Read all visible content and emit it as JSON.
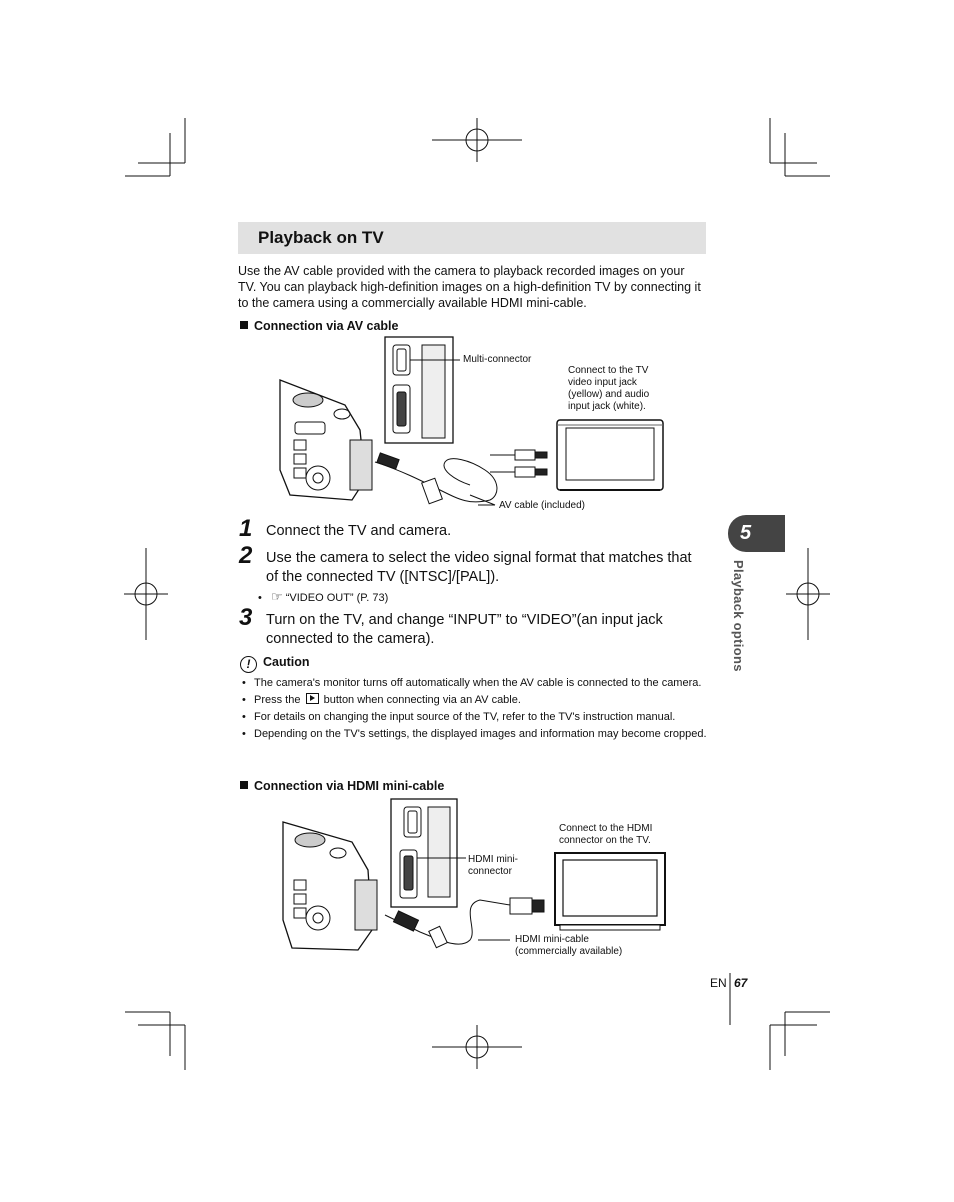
{
  "section": {
    "title": "Playback on TV"
  },
  "intro": "Use the AV cable provided with the camera to playback recorded images on your TV. You can playback high-definition images on a high-definition TV by connecting it to the camera using a commercially available HDMI mini-cable.",
  "av": {
    "heading": "Connection via AV cable",
    "label_multi": "Multi-connector",
    "label_tv_1": "Connect to the TV",
    "label_tv_2": "video input jack",
    "label_tv_3": "(yellow) and audio",
    "label_tv_4": "input jack (white).",
    "label_cable": "AV cable (included)"
  },
  "steps": [
    {
      "num": "1",
      "text": "Connect the TV and camera."
    },
    {
      "num": "2",
      "text": "Use the camera to select the video signal format that matches that of the connected TV ([NTSC]/[PAL])."
    },
    {
      "num": "3",
      "text": "Turn on the TV, and change “INPUT” to “VIDEO”(an input jack connected to the camera)."
    }
  ],
  "ref": "“VIDEO OUT” (P. 73)",
  "caution": {
    "title": "Caution",
    "items": [
      "The camera's monitor turns off automatically when the AV cable is connected to the camera.",
      "button when connecting via an AV cable.",
      "For details on changing the input source of the TV, refer to the TV's instruction manual.",
      "Depending on the TV's settings, the displayed images and information may become cropped."
    ],
    "item2_prefix": "Press the"
  },
  "hdmi": {
    "heading": "Connection via HDMI mini-cable",
    "label_tv_1": "Connect to the HDMI",
    "label_tv_2": "connector on the TV.",
    "label_conn_1": "HDMI mini-",
    "label_conn_2": "connector",
    "label_cable_1": "HDMI mini-cable",
    "label_cable_2": "(commercially available)"
  },
  "side_tab": {
    "chapter": "5",
    "label": "Playback options"
  },
  "footer": {
    "lang": "EN",
    "page": "67"
  },
  "icons": [
    "crop-mark",
    "registration-mark",
    "play-button-icon",
    "reference-hand-icon",
    "caution-icon"
  ]
}
